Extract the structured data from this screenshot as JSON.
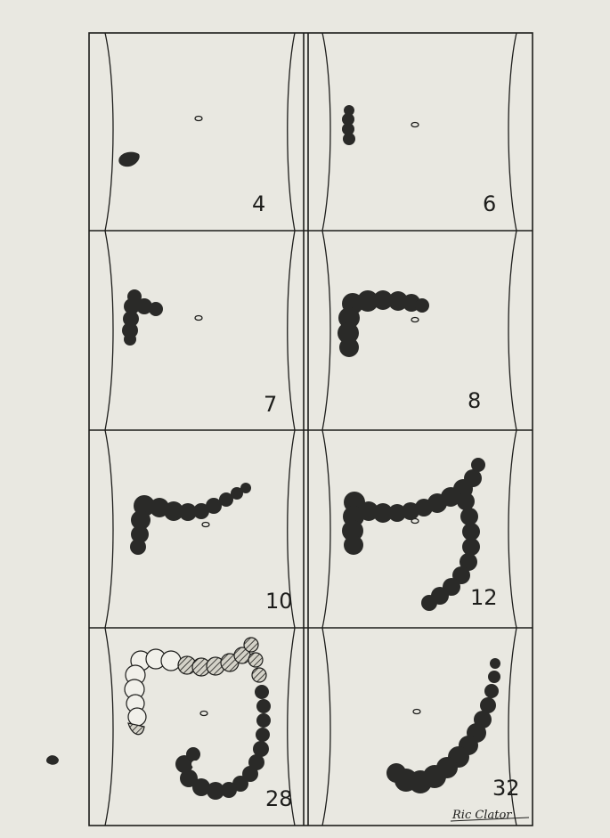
{
  "figure": {
    "panels": [
      {
        "label": "4"
      },
      {
        "label": "6"
      },
      {
        "label": "7"
      },
      {
        "label": "8"
      },
      {
        "label": "10"
      },
      {
        "label": "12"
      },
      {
        "label": "28"
      },
      {
        "label": "32"
      }
    ],
    "signature": "Ric Clator",
    "colors": {
      "paper": "#e9e8e1",
      "ink": "#1d1d1b",
      "bowel_filled": "#2a2a28",
      "bowel_empty": "#f1f0ea",
      "bowel_partial": "#b9b7ae"
    }
  }
}
